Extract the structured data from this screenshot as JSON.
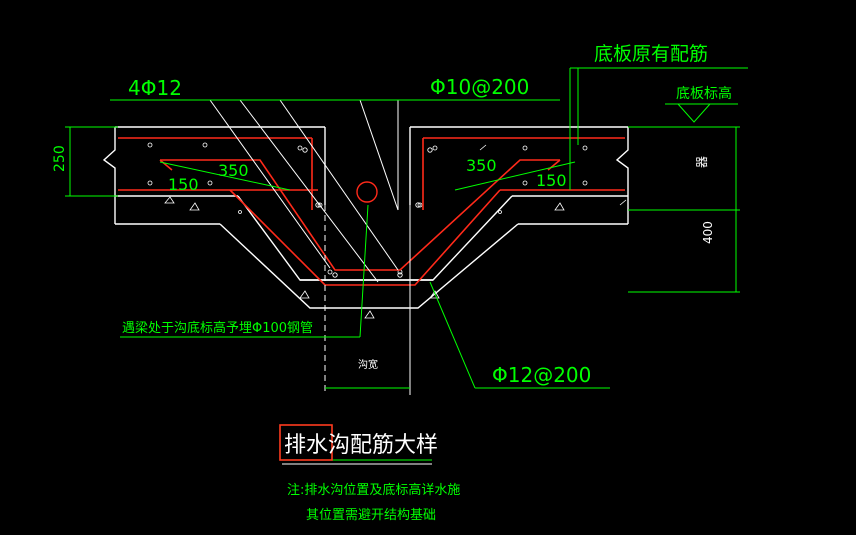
{
  "drawing": {
    "title": "排水沟配筋大样",
    "title_highlight": "排水沟",
    "labels": {
      "rebar_top": "4Φ12",
      "rebar_stirrup": "Φ10@200",
      "slab_original_rebar": "底板原有配筋",
      "slab_elevation": "底板标高",
      "thickness_250": "250",
      "dim_350_left": "350",
      "dim_150_left": "150",
      "dim_350_right": "350",
      "dim_150_right": "150",
      "dim_400": "400",
      "right_dim_mark": "器",
      "pipe_note": "遇梁处于沟底标高予埋Φ100钢管",
      "trench_width": "沟宽",
      "rebar_bottom": "Φ12@200"
    },
    "notes": [
      "注:排水沟位置及底标高详水施",
      "其位置需避开结构基础"
    ]
  },
  "colors": {
    "background": "#000000",
    "concrete_line": "#ffffff",
    "rebar_red": "#ff2a1a",
    "dimension_green": "#00ff00",
    "text_white": "#ffffff",
    "title_box": "#ff3b1f"
  }
}
